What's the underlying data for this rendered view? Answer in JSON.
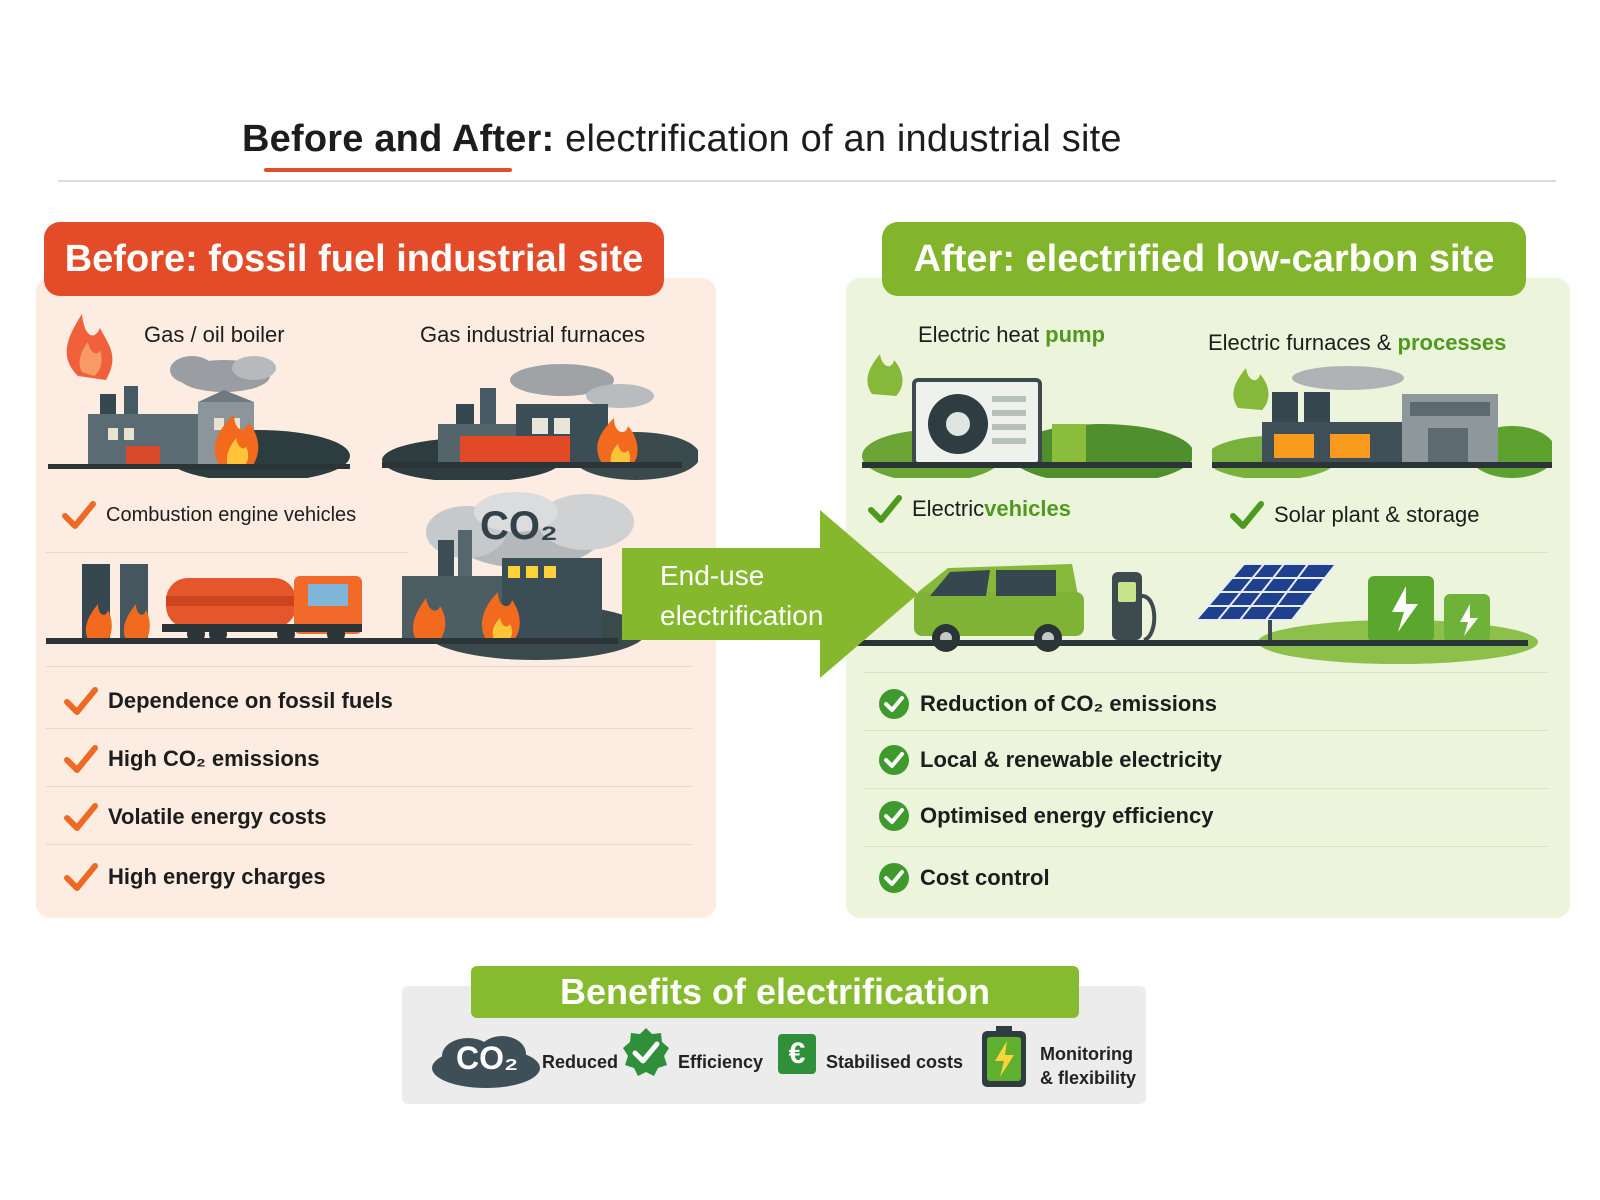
{
  "title": {
    "bold": "Before and After:",
    "rest": " electrification of an industrial site"
  },
  "before": {
    "heading": "Before: fossil fuel industrial site",
    "boiler_label": "Gas / oil boiler",
    "furnaces_label": "Gas industrial furnaces",
    "vehicles_label": "Combustion engine vehicles",
    "co2_label": "CO₂",
    "points": [
      "Dependence on fossil fuels",
      "High CO₂ emissions",
      "Volatile energy costs",
      "High energy charges"
    ]
  },
  "arrow": {
    "line1": "End-use",
    "line2": "electrification"
  },
  "after": {
    "heading": "After: electrified low-carbon site",
    "heat_pump_prefix": "Electric heat ",
    "heat_pump_emph": "pump",
    "furnaces_prefix": "Electric furnaces & ",
    "furnaces_emph": "processes",
    "ev_prefix": "Electric ",
    "ev_emph": "vehicles",
    "solar_label": "Solar plant & storage",
    "points": [
      "Reduction of CO₂ emissions",
      "Local & renewable electricity",
      "Optimised energy efficiency",
      "Cost control"
    ]
  },
  "benefits": {
    "heading": "Benefits of electrification",
    "co2_icon_text": "CO₂",
    "reduced": "Reduced",
    "efficiency": "Efficiency",
    "euro_symbol": "€",
    "stabilised": "Stabilised costs",
    "monitoring_line1": "Monitoring",
    "monitoring_line2": "& flexibility"
  },
  "colors": {
    "before_accent": "#e34b29",
    "after_accent": "#82b42c",
    "check_orange": "#ee6a23",
    "check_green": "#3e9a2c"
  }
}
